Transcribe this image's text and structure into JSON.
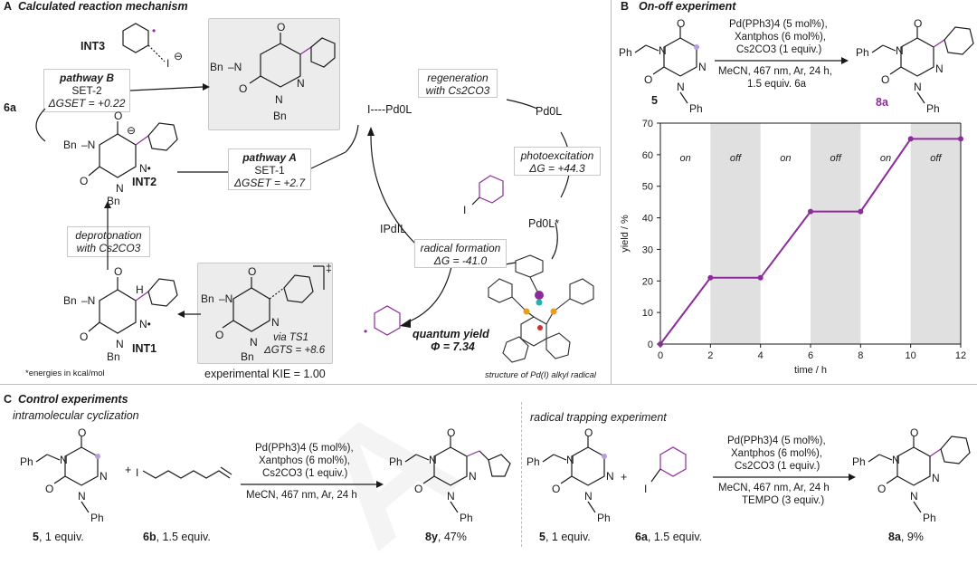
{
  "panels": {
    "a_label": "A",
    "a_title": "Calculated reaction mechanism",
    "b_label": "B",
    "b_title": "On-off experiment",
    "c_label": "C",
    "c_title": "Control experiments"
  },
  "mech": {
    "int3": "INT3",
    "label_6a": "6a",
    "int2": "INT2",
    "int1": "INT1",
    "pathway_b_title": "pathway B",
    "pathway_b_set": "SET-2",
    "pathway_b_dg": "ΔGSET = +0.22",
    "pathway_a_title": "pathway A",
    "pathway_a_set": "SET-1",
    "pathway_a_dg": "ΔGSET = +2.7",
    "deprot_1": "deprotonation",
    "deprot_2": "with Cs2CO3",
    "regen_1": "regeneration",
    "regen_2": "with Cs2CO3",
    "i_pd": "I----Pd0L",
    "pd0l": "Pd0L",
    "photo_1": "photoexcitation",
    "photo_2": "ΔG = +44.3",
    "pd0l_star": "Pd0L*",
    "ipdl": "IPdIL",
    "rad_1": "radical formation",
    "rad_2": "ΔG = -41.0",
    "via_ts1": "via TS1",
    "dg_ts": "ΔGTS = +8.6",
    "kie": "experimental KIE = 1.00",
    "qy_1": "quantum yield",
    "qy_2": "Φ = 7.34",
    "footnote": "*energies in kcal/mol",
    "structure_caption": "structure of Pd(I) alkyl radical"
  },
  "onoff": {
    "reagent_1": "Pd(PPh3)4 (5 mol%),",
    "reagent_2": "Xantphos (6 mol%),",
    "reagent_3": "Cs2CO3 (1 equiv.)",
    "cond_1": "MeCN, 467 nm, Ar, 24 h,",
    "cond_2": "1.5 equiv. 6a",
    "cmpd_5": "5",
    "cmpd_8a": "8a"
  },
  "chart_data": {
    "type": "line",
    "xlabel": "time / h",
    "ylabel": "yield / %",
    "xlim": [
      0,
      12
    ],
    "ylim": [
      0,
      70
    ],
    "x_ticks": [
      0,
      2,
      4,
      6,
      8,
      10,
      12
    ],
    "y_ticks": [
      0,
      10,
      20,
      30,
      40,
      50,
      60,
      70
    ],
    "series": [
      {
        "x": [
          0,
          2,
          4,
          6,
          8,
          10,
          12
        ],
        "y": [
          0,
          21,
          21,
          42,
          42,
          65,
          65
        ],
        "color": "#8e2b9c"
      }
    ],
    "shaded_intervals": [
      {
        "from": 2,
        "to": 4,
        "label": "off"
      },
      {
        "from": 6,
        "to": 8,
        "label": "off"
      },
      {
        "from": 10,
        "to": 12,
        "label": "off"
      }
    ],
    "light_intervals": [
      {
        "from": 0,
        "to": 2,
        "label": "on"
      },
      {
        "from": 4,
        "to": 6,
        "label": "on"
      },
      {
        "from": 8,
        "to": 10,
        "label": "on"
      }
    ],
    "grid": false
  },
  "control": {
    "intra_title": "intramolecular cyclization",
    "radical_title": "radical trapping experiment",
    "r1": "Pd(PPh3)4 (5 mol%),",
    "r2": "Xantphos (6 mol%),",
    "r3": "Cs2CO3 (1 equiv.)",
    "c1": "MeCN, 467 nm, Ar, 24 h",
    "c_tempo_1": "MeCN, 467 nm, Ar, 24 h",
    "c_tempo_2": "TEMPO (3 equiv.)",
    "lab_5": "5, 1 equiv.",
    "lab_6b": "6b, 1.5 equiv.",
    "lab_8y": "8y, 47%",
    "lab_5b": "5, 1 equiv.",
    "lab_6a": "6a, 1.5 equiv.",
    "lab_8a": "8a, 9%"
  },
  "atoms": {
    "o": "O",
    "n": "N",
    "bn": "Bn",
    "ph": "Ph",
    "i": "I",
    "h": "H",
    "plus": "+",
    "dagger": "‡",
    "circle_minus": "⊖",
    "dot": "•"
  },
  "colors": {
    "accent": "#8e2b9c",
    "shade": "#e0e0e0",
    "box_fill": "#ececec"
  }
}
